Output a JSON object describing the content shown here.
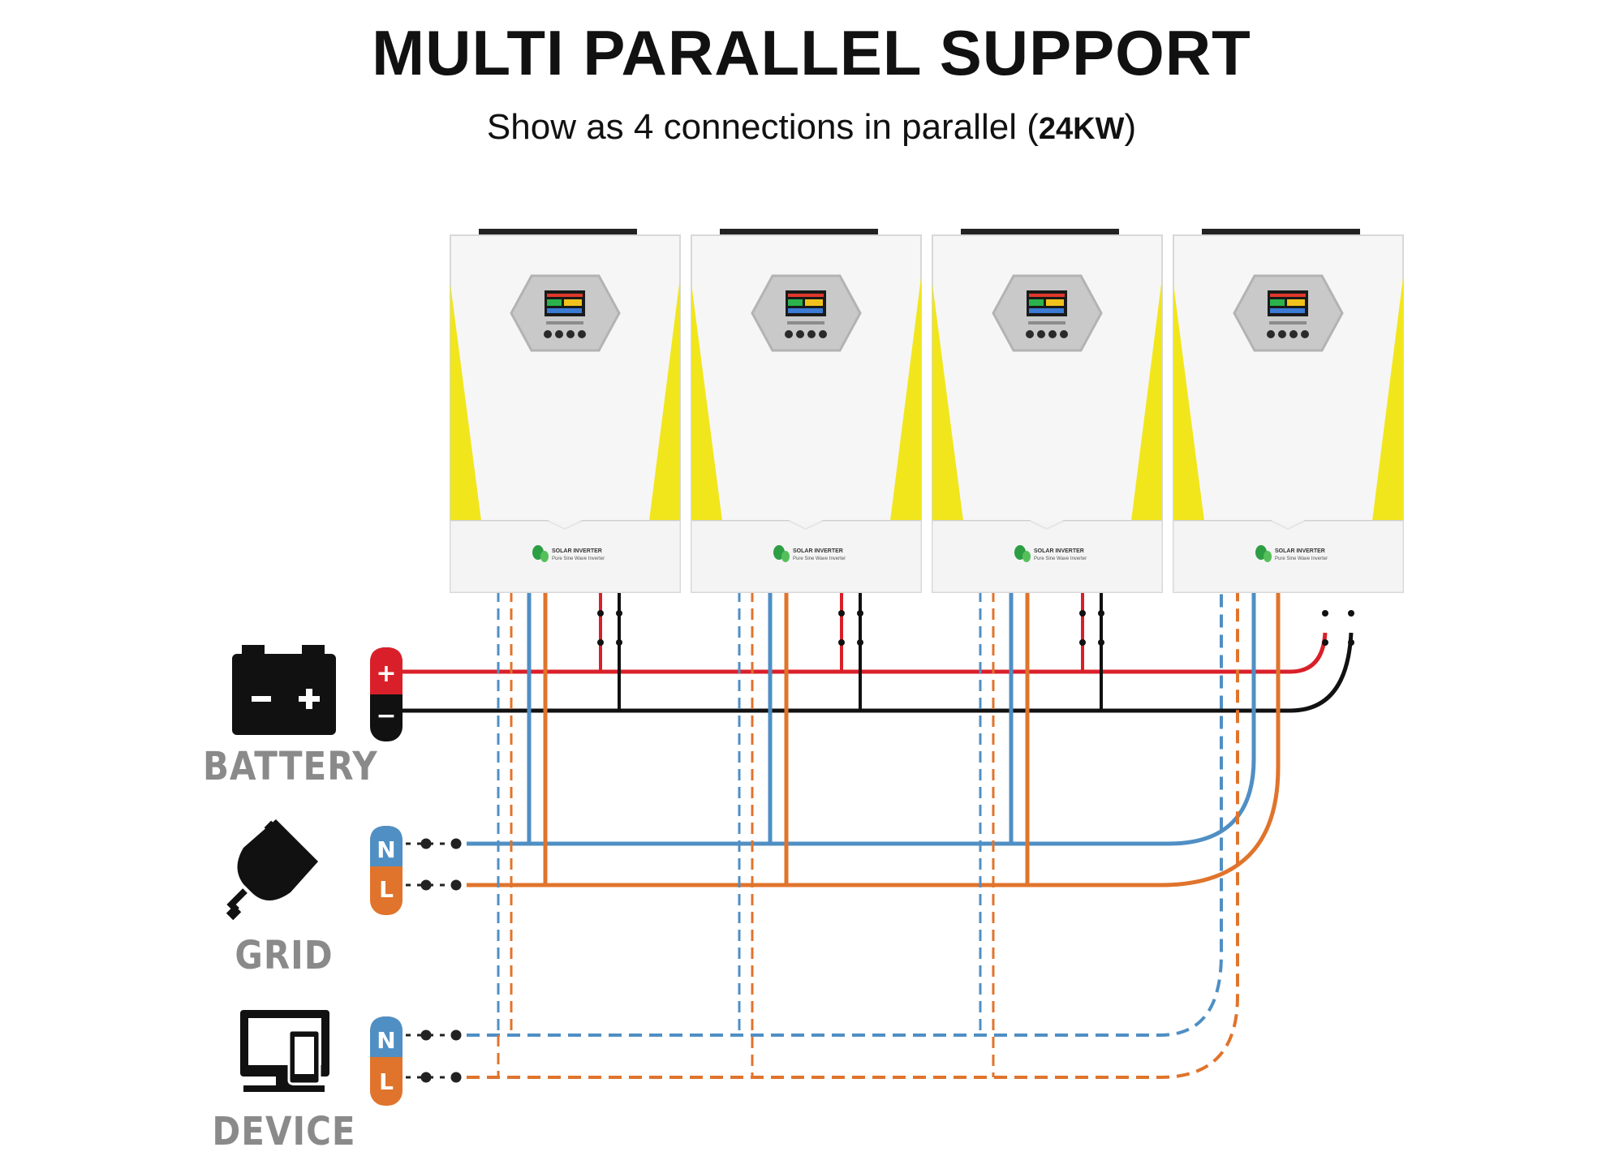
{
  "header": {
    "title": "MULTI PARALLEL SUPPORT",
    "subtitle_text": "Show as 4 connections in parallel",
    "subtitle_power": "24KW"
  },
  "inverter": {
    "brand": "SOLAR INVERTER",
    "model": "Pure Sine Wave Inverter",
    "count": 4
  },
  "sources": {
    "battery": {
      "label": "BATTERY",
      "plus": "+",
      "minus": "−"
    },
    "grid": {
      "label": "GRID",
      "n": "N",
      "l": "L"
    },
    "device": {
      "label": "DEVICE",
      "n": "N",
      "l": "L"
    }
  },
  "colors": {
    "battery_positive": "#d9202a",
    "battery_negative": "#111111",
    "neutral": "#4f8fc4",
    "live": "#e0742c",
    "accent_yellow": "#f1e61c"
  }
}
